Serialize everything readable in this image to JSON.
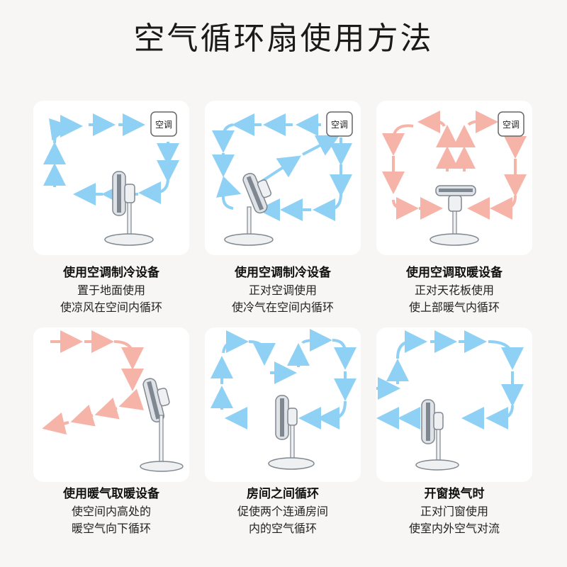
{
  "title": "空气循环扇使用方法",
  "colors": {
    "cool": "#8fd0f5",
    "warm": "#f6b3a8",
    "fan": "#7f8790"
  },
  "ac_label": "空调",
  "panels": [
    {
      "title": "使用空调制冷设备",
      "line1": "置于地面使用",
      "line2": "使凉风在空间内循环"
    },
    {
      "title": "使用空调制冷设备",
      "line1": "正对空调使用",
      "line2": "使冷气在空间内循环"
    },
    {
      "title": "使用空调取暖设备",
      "line1": "正对天花板使用",
      "line2": "使上部暖气内循环"
    },
    {
      "title": "使用暖气取暖设备",
      "line1": "使空间内高处的",
      "line2": "暖空气向下循环"
    },
    {
      "title": "房间之间循环",
      "line1": "促使两个连通房间",
      "line2": "内的空气循环"
    },
    {
      "title": "开窗换气时",
      "line1": "正对门窗使用",
      "line2": "使室内外空气对流"
    }
  ]
}
